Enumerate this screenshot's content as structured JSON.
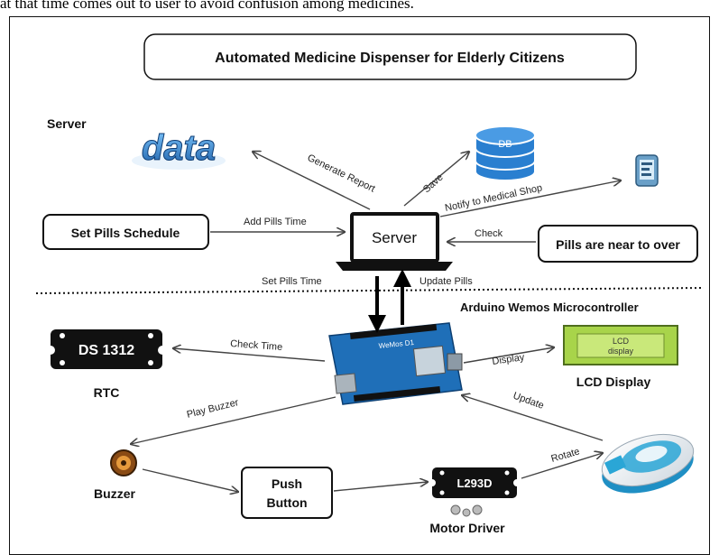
{
  "caption": "at that  time comes out to user to avoid confusion among medicines.",
  "title": "Automated Medicine Dispenser for Elderly Citizens",
  "server_section_label": "Server",
  "data_icon_text": "data",
  "db_icon_text": "DB",
  "server_box_label": "Server",
  "schedule_box": "Set Pills Schedule",
  "pills_over_box": "Pills are near to over",
  "edges": {
    "generate_report": "Generate Report",
    "save": "Save",
    "notify": "Notify to Medical Shop",
    "add_pills_time": "Add  Pills Time",
    "check": "Check",
    "set_pills_time": "Set  Pills Time",
    "update_pills": "Update Pills",
    "check_time": "Check Time",
    "display": "Display",
    "play_buzzer": "Play Buzzer",
    "update": "Update",
    "rotate": "Rotate"
  },
  "microcontroller_label": "Arduino Wemos Microcontroller",
  "board_text": "WeMos D1",
  "rtc_chip": "DS 1312",
  "rtc_label": "RTC",
  "lcd_line1": "LCD",
  "lcd_line2": "display",
  "lcd_label": "LCD Display",
  "buzzer_label": "Buzzer",
  "push_button_line1": "Push",
  "push_button_line2": "Button",
  "motor_chip": "L293D",
  "motor_label": "Motor Driver",
  "colors": {
    "db_blue": "#2a7fd0",
    "board_blue": "#1f6fb8",
    "lcd_green": "#a8d44a",
    "dispenser_blue": "#2aa6d6"
  }
}
